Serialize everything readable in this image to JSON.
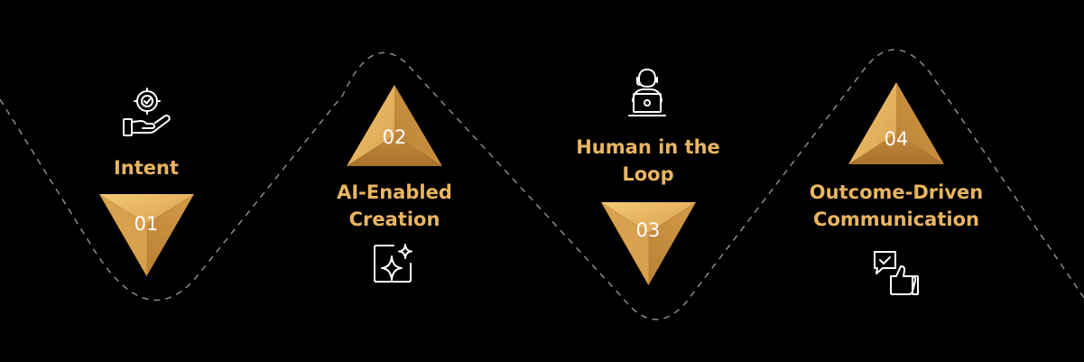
{
  "colors": {
    "background": "#000000",
    "label_gold": "#e9b562",
    "triangle_light": "#f2c56f",
    "triangle_mid": "#d9a24e",
    "triangle_dark": "#b07a32",
    "path_line": "#8a8a8a",
    "icon_white": "#ffffff"
  },
  "steps": [
    {
      "number": "01",
      "title_line1": "Intent",
      "title_line2": "",
      "icon": "target-hand-icon"
    },
    {
      "number": "02",
      "title_line1": "AI-Enabled",
      "title_line2": "Creation",
      "icon": "sparkle-frame-icon"
    },
    {
      "number": "03",
      "title_line1": "Human in the",
      "title_line2": "Loop",
      "icon": "person-laptop-icon"
    },
    {
      "number": "04",
      "title_line1": "Outcome-Driven",
      "title_line2": "Communication",
      "icon": "chat-thumbs-up-icon"
    }
  ]
}
